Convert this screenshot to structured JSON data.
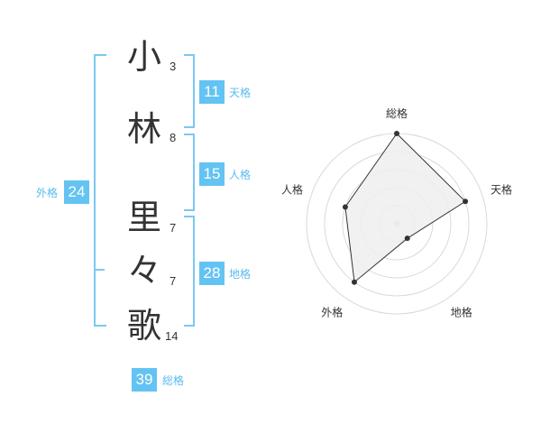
{
  "name": {
    "characters": [
      {
        "char": "小",
        "strokes": "3"
      },
      {
        "char": "林",
        "strokes": "8"
      },
      {
        "char": "里",
        "strokes": "7"
      },
      {
        "char": "々",
        "strokes": "7"
      },
      {
        "char": "歌",
        "strokes": "14"
      }
    ]
  },
  "kakusu": {
    "tenkaku": {
      "value": "11",
      "label": "天格"
    },
    "jinkaku": {
      "value": "15",
      "label": "人格"
    },
    "chikaku": {
      "value": "28",
      "label": "地格"
    },
    "gaikaku": {
      "value": "24",
      "label": "外格"
    },
    "soukaku": {
      "value": "39",
      "label": "総格"
    }
  },
  "chart_data": {
    "type": "radar",
    "axes": [
      "総格",
      "天格",
      "地格",
      "外格",
      "人格"
    ],
    "values": [
      1.0,
      0.8,
      0.2,
      0.8,
      0.6
    ],
    "rings": 5,
    "max": 1.0,
    "colors": {
      "fill": "#efefef",
      "line": "#333333",
      "grid": "#d9d9d9",
      "center": "#cccccc"
    }
  },
  "colors": {
    "accent": "#63c3f3",
    "label": "#5bbbef"
  }
}
